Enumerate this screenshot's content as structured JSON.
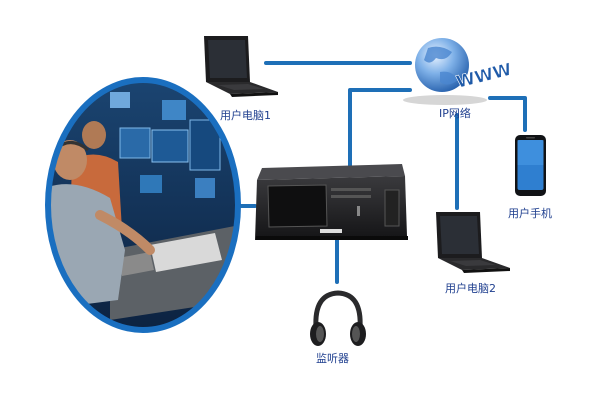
{
  "nodes": {
    "laptop1": {
      "label": "用户电脑1"
    },
    "network": {
      "label": "IP网络",
      "globe_text": "WWW"
    },
    "phone": {
      "label": "用户手机"
    },
    "laptop2": {
      "label": "用户电脑2"
    },
    "headphones": {
      "label": "监听器"
    },
    "server": {
      "label": "",
      "brand_plate": ""
    },
    "control_room": {
      "label": ""
    }
  },
  "colors": {
    "connection_line": "#1e6fb7",
    "oval_border": "#1a6fc0",
    "label_text": "#1f3f8f"
  },
  "icons": [
    "laptop-icon",
    "globe-icon",
    "smartphone-icon",
    "server-chassis-icon",
    "headphones-icon",
    "control-room-photo"
  ]
}
